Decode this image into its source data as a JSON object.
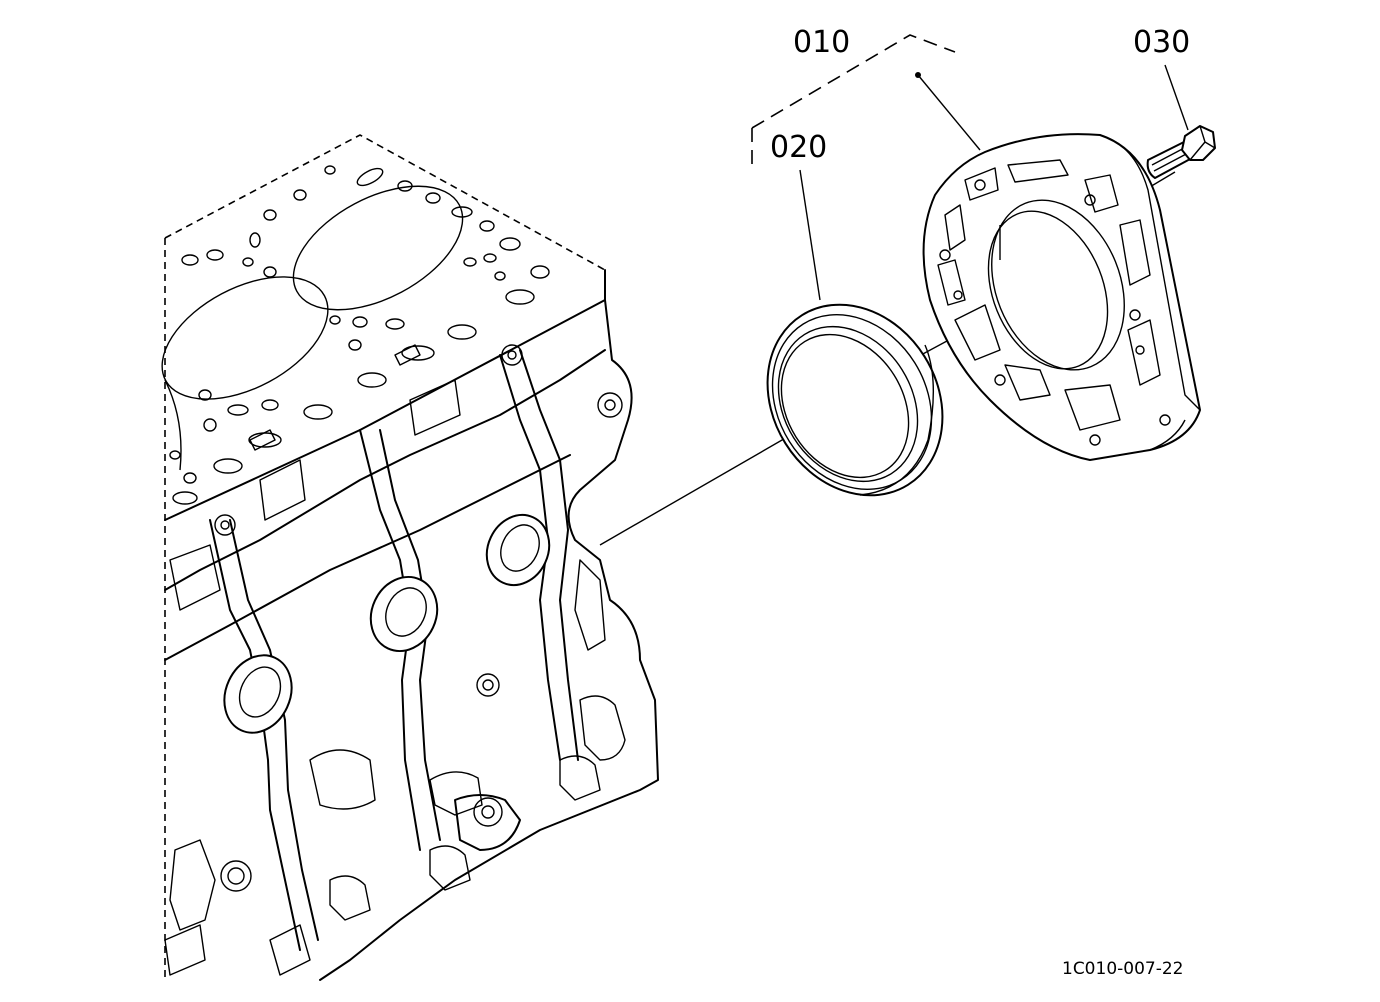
{
  "diagram": {
    "callouts": {
      "part_010": "010",
      "part_020": "020",
      "part_030": "030"
    },
    "drawing_id": "1C010-007-22",
    "colors": {
      "line": "#000000",
      "background": "#ffffff"
    }
  }
}
